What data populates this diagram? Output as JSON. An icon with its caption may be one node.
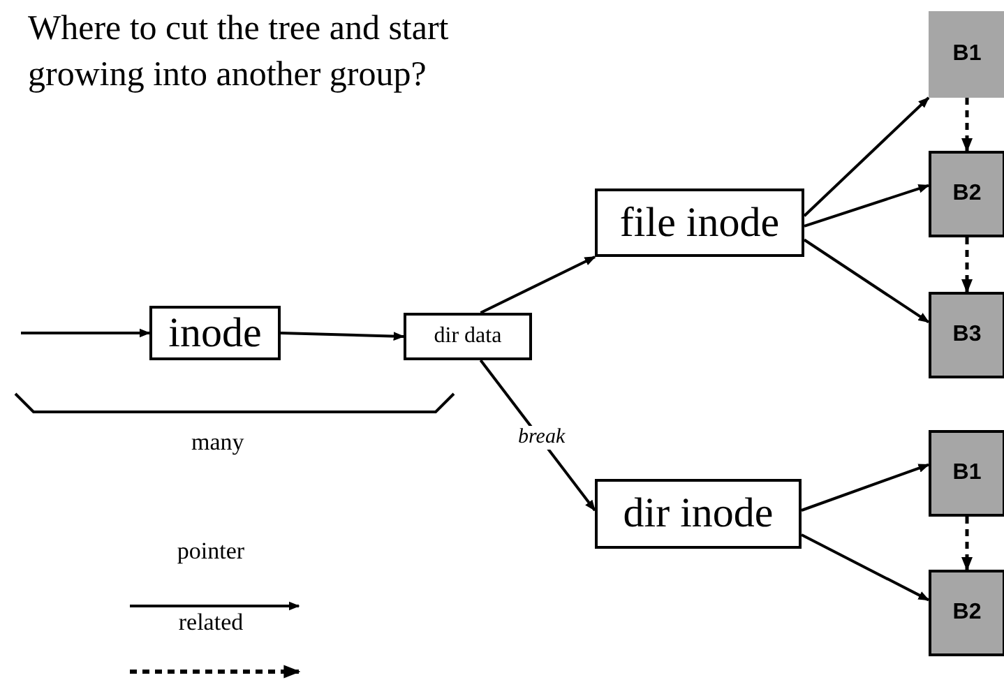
{
  "diagram": {
    "title": "Where to cut the tree and start growing into another group?",
    "nodes": [
      {
        "text": [
          "inode"
        ]
      },
      {
        "text": [
          "dir data"
        ]
      },
      {
        "text": [
          "file inode"
        ]
      },
      {
        "text": [
          "dir inode"
        ]
      },
      {
        "text": [
          "B1"
        ]
      },
      {
        "text": [
          "B2"
        ]
      },
      {
        "text": [
          "B3"
        ]
      },
      {
        "text": [
          "B1"
        ]
      },
      {
        "text": [
          "B2"
        ]
      }
    ],
    "edges": [
      {
        "from": null,
        "to": 0,
        "arrow": "to"
      },
      {
        "from": 0,
        "to": 1,
        "arrow": "to"
      },
      {
        "from": 1,
        "to": 2,
        "arrow": "to"
      },
      {
        "from": 1,
        "to": 3,
        "arrow": "to",
        "label": "break"
      },
      {
        "from": 2,
        "to": 4,
        "arrow": "to"
      },
      {
        "from": 2,
        "to": 5,
        "arrow": "to"
      },
      {
        "from": 2,
        "to": 6,
        "arrow": "to"
      },
      {
        "from": 4,
        "to": 5,
        "arrow": "to",
        "style": "dashed"
      },
      {
        "from": 5,
        "to": 6,
        "arrow": "to",
        "style": "dashed"
      },
      {
        "from": 3,
        "to": 7,
        "arrow": "to"
      },
      {
        "from": 3,
        "to": 8,
        "arrow": "to"
      },
      {
        "from": 7,
        "to": 8,
        "arrow": "to",
        "style": "dashed"
      }
    ],
    "labels": [
      "many"
    ],
    "legend": [
      {
        "text": "pointer"
      },
      {
        "text": "related"
      }
    ]
  }
}
